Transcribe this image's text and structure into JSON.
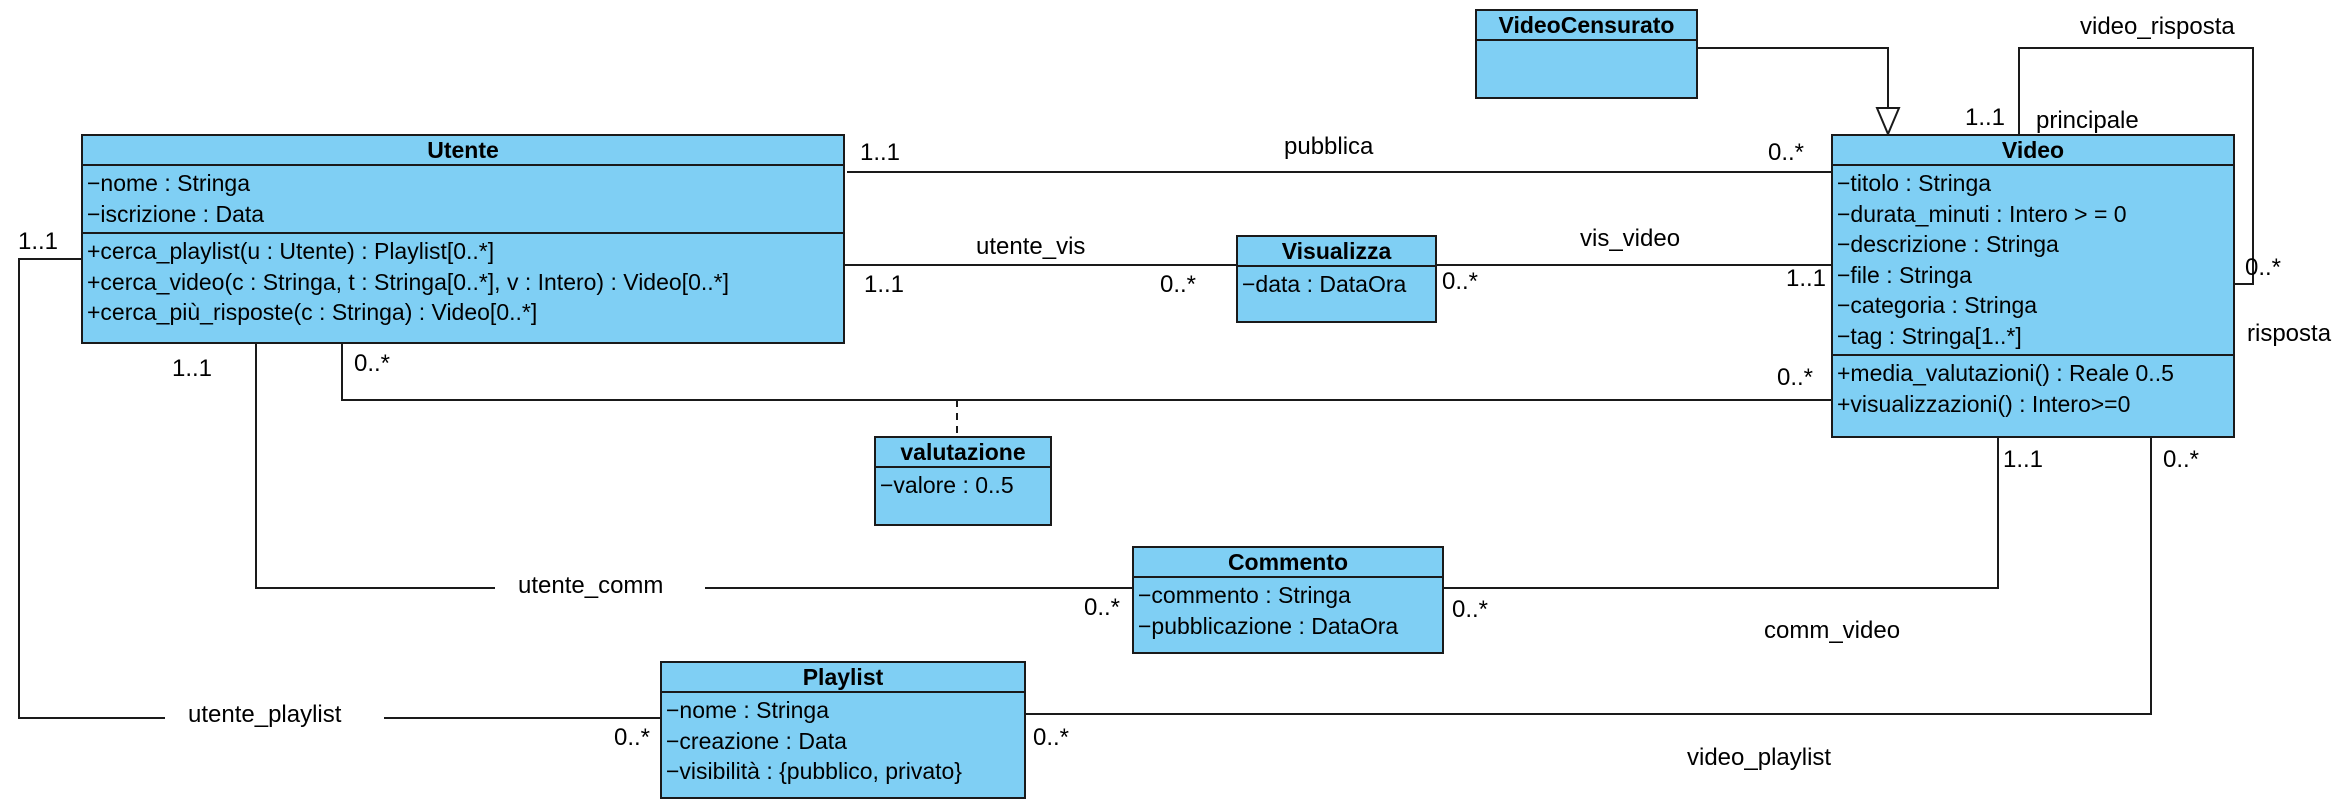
{
  "classes": {
    "videocensurato": {
      "name": "VideoCensurato",
      "attributes": [],
      "operations": []
    },
    "utente": {
      "name": "Utente",
      "attributes": [
        "−nome : Stringa",
        "−iscrizione : Data"
      ],
      "operations": [
        "+cerca_playlist(u : Utente) : Playlist[0..*]",
        "+cerca_video(c : Stringa, t : Stringa[0..*], v : Intero) : Video[0..*]",
        "+cerca_più_risposte(c : Stringa) : Video[0..*]"
      ]
    },
    "video": {
      "name": "Video",
      "attributes": [
        "−titolo : Stringa",
        "−durata_minuti : Intero > = 0",
        "−descrizione : Stringa",
        "−file : Stringa",
        "−categoria : Stringa",
        "−tag : Stringa[1..*]"
      ],
      "operations": [
        "+media_valutazioni() : Reale 0..5",
        "+visualizzazioni() : Intero>=0"
      ]
    },
    "visualizza": {
      "name": "Visualizza",
      "attributes": [
        "−data : DataOra"
      ],
      "operations": []
    },
    "valutazione": {
      "name": "valutazione",
      "attributes": [
        "−valore : 0..5"
      ],
      "operations": []
    },
    "commento": {
      "name": "Commento",
      "attributes": [
        "−commento : Stringa",
        "−pubblicazione : DataOra"
      ],
      "operations": []
    },
    "playlist": {
      "name": "Playlist",
      "attributes": [
        "−nome : Stringa",
        "−creazione : Data",
        "−visibilità : {pubblico, privato}"
      ],
      "operations": []
    }
  },
  "associations": {
    "pubblica": "pubblica",
    "utente_vis": "utente_vis",
    "vis_video": "vis_video",
    "utente_comm": "utente_comm",
    "comm_video": "comm_video",
    "utente_playlist": "utente_playlist",
    "video_playlist": "video_playlist",
    "video_risposta": "video_risposta",
    "principale": "principale",
    "risposta": "risposta"
  },
  "multiplicities": {
    "pubblica_utente": "1..1",
    "pubblica_video": "0..*",
    "vis_utente": "1..1",
    "vis_visualizza_left": "0..*",
    "vis_visualizza_right": "0..*",
    "vis_video": "1..1",
    "val_utente": "0..*",
    "val_video": "0..*",
    "comm_utente": "1..1",
    "comm_commento_left": "0..*",
    "comm_commento_right": "0..*",
    "comm_video": "1..1",
    "playlist_utente": "1..1",
    "playlist_playlist_left": "0..*",
    "playlist_playlist_right": "0..*",
    "playlist_video": "0..*",
    "risposta_principale": "1..1",
    "risposta_risposta": "0..*"
  },
  "colors": {
    "class_fill": "#7fcff4",
    "line": "#1a1a1a"
  }
}
